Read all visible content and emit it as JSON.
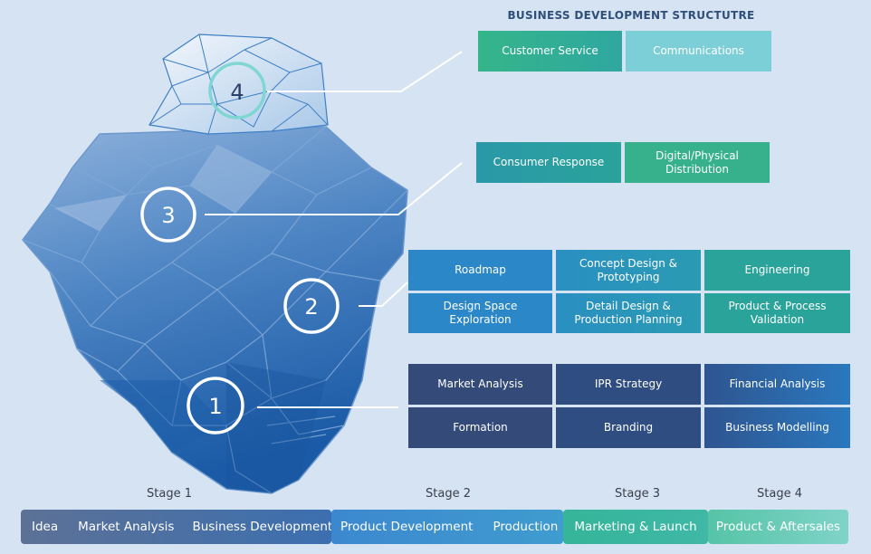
{
  "title": "BUSINESS DEVELOPMENT STRUCTUTRE",
  "levels": {
    "l1": "1",
    "l2": "2",
    "l3": "3",
    "l4": "4"
  },
  "boxes": {
    "customer_service": "Customer Service",
    "communications": "Communications",
    "consumer_response": "Consumer Response",
    "digital_physical_distribution": "Digital/Physical Distribution",
    "roadmap": "Roadmap",
    "concept_design_prototyping": "Concept Design & Prototyping",
    "engineering": "Engineering",
    "design_space_exploration": "Design Space Exploration",
    "detail_design_production_planning": "Detail Design & Production Planning",
    "product_process_validation": "Product & Process Validation",
    "market_analysis": "Market Analysis",
    "ipr_strategy": "IPR Strategy",
    "financial_analysis": "Financial Analysis",
    "formation": "Formation",
    "branding": "Branding",
    "business_modelling": "Business Modelling"
  },
  "stages": {
    "s1": "Stage 1",
    "s2": "Stage 2",
    "s3": "Stage 3",
    "s4": "Stage 4"
  },
  "timeline": {
    "idea": "Idea",
    "market_analysis": "Market Analysis",
    "business_development": "Business Development",
    "product_development": "Product Development",
    "production": "Production",
    "marketing_launch": "Marketing & Launch",
    "product_aftersales": "Product & Aftersales"
  },
  "colors": {
    "navy": "#324a7a",
    "blue": "#2a8ac7",
    "teal": "#2aa39a",
    "green": "#35b58a",
    "light_teal": "#6fcfcf"
  }
}
